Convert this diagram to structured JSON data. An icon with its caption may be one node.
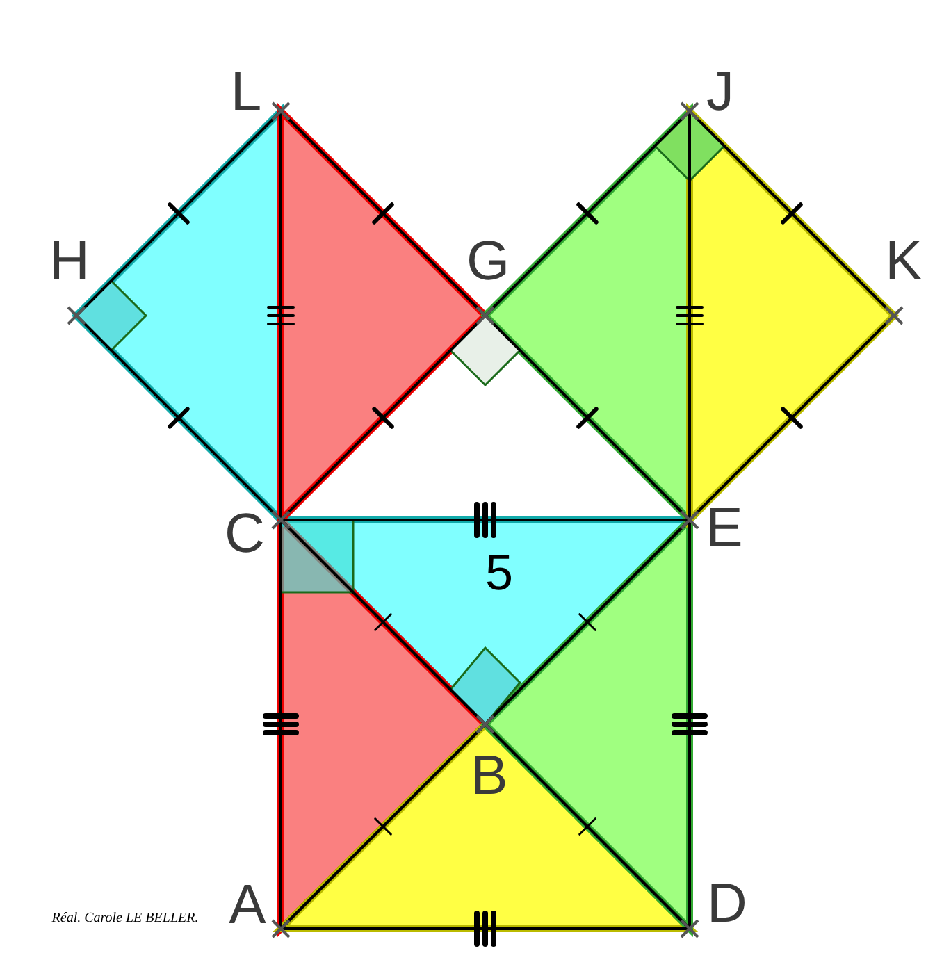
{
  "diagram": {
    "labels": [
      "L",
      "J",
      "H",
      "G",
      "K",
      "C",
      "E",
      "5",
      "B",
      "Réal. Carole LE BELLER.",
      "A",
      "D"
    ]
  }
}
